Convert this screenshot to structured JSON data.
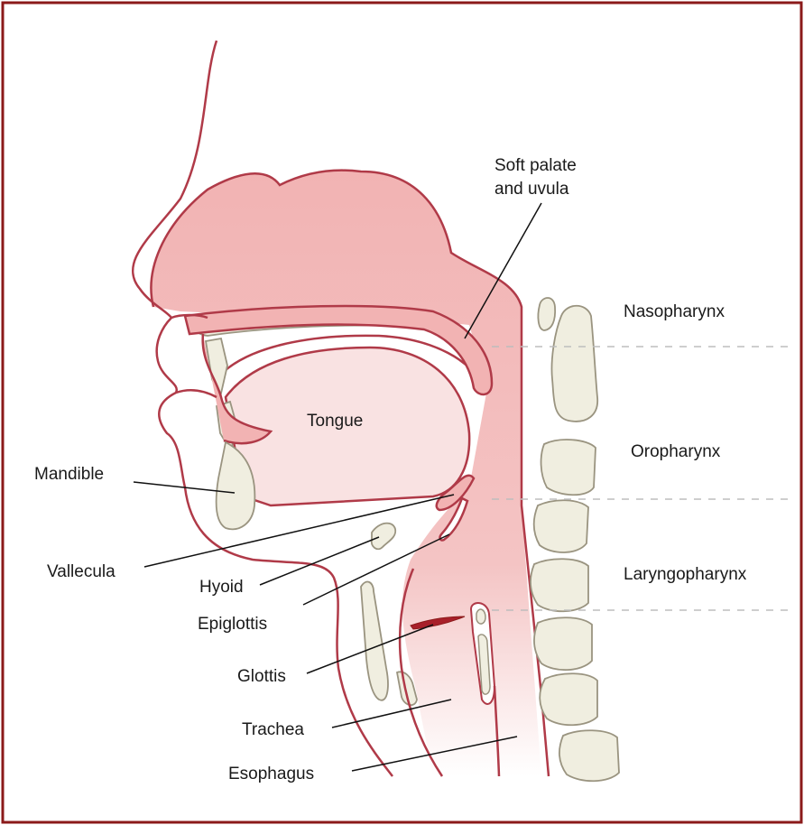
{
  "labels": {
    "soft_palate_1": "Soft palate",
    "soft_palate_2": "and uvula",
    "nasopharynx": "Nasopharynx",
    "oropharynx": "Oropharynx",
    "laryngopharynx": "Laryngopharynx",
    "tongue": "Tongue",
    "mandible": "Mandible",
    "vallecula": "Vallecula",
    "hyoid": "Hyoid",
    "epiglottis": "Epiglottis",
    "glottis": "Glottis",
    "trachea": "Trachea",
    "esophagus": "Esophagus"
  },
  "colors": {
    "frame": "#8b1a1a",
    "outline": "#b03a48",
    "tissue": "#f2b3b3",
    "tissue_light": "#f9e2e2",
    "bone": "#f0eee0",
    "bone_stroke": "#9a9480",
    "leader": "#111111",
    "divider": "#bdbdbd"
  }
}
